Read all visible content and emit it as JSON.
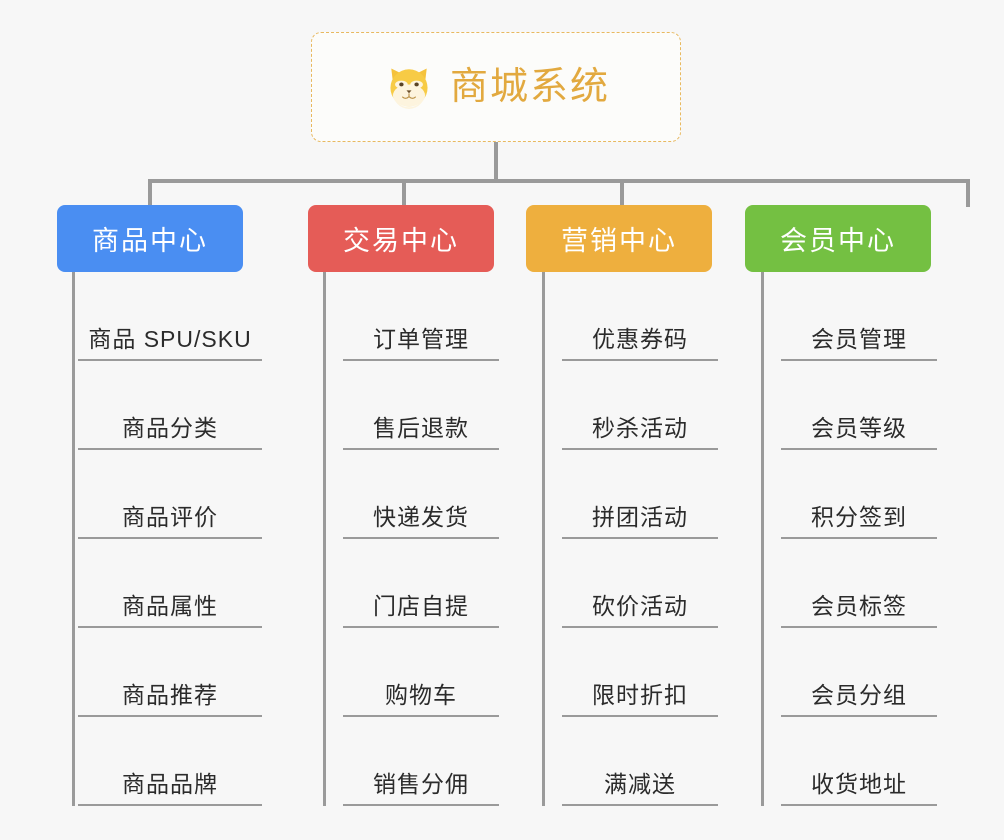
{
  "root": {
    "title": "商城系统",
    "icon": "shiba-dog-icon",
    "title_color": "#e2a93f",
    "border_color": "#e8b960"
  },
  "connector_color": "#9a9a9a",
  "background_color": "#f7f7f7",
  "columns": [
    {
      "id": "product-center",
      "title": "商品中心",
      "color": "#4a8ef2",
      "items": [
        "商品 SPU/SKU",
        "商品分类",
        "商品评价",
        "商品属性",
        "商品推荐",
        "商品品牌"
      ]
    },
    {
      "id": "trade-center",
      "title": "交易中心",
      "color": "#e55c57",
      "items": [
        "订单管理",
        "售后退款",
        "快递发货",
        "门店自提",
        "购物车",
        "销售分佣"
      ]
    },
    {
      "id": "marketing-center",
      "title": "营销中心",
      "color": "#eeaf3e",
      "items": [
        "优惠券码",
        "秒杀活动",
        "拼团活动",
        "砍价活动",
        "限时折扣",
        "满减送"
      ]
    },
    {
      "id": "member-center",
      "title": "会员中心",
      "color": "#74c042",
      "items": [
        "会员管理",
        "会员等级",
        "积分签到",
        "会员标签",
        "会员分组",
        "收货地址"
      ]
    }
  ]
}
